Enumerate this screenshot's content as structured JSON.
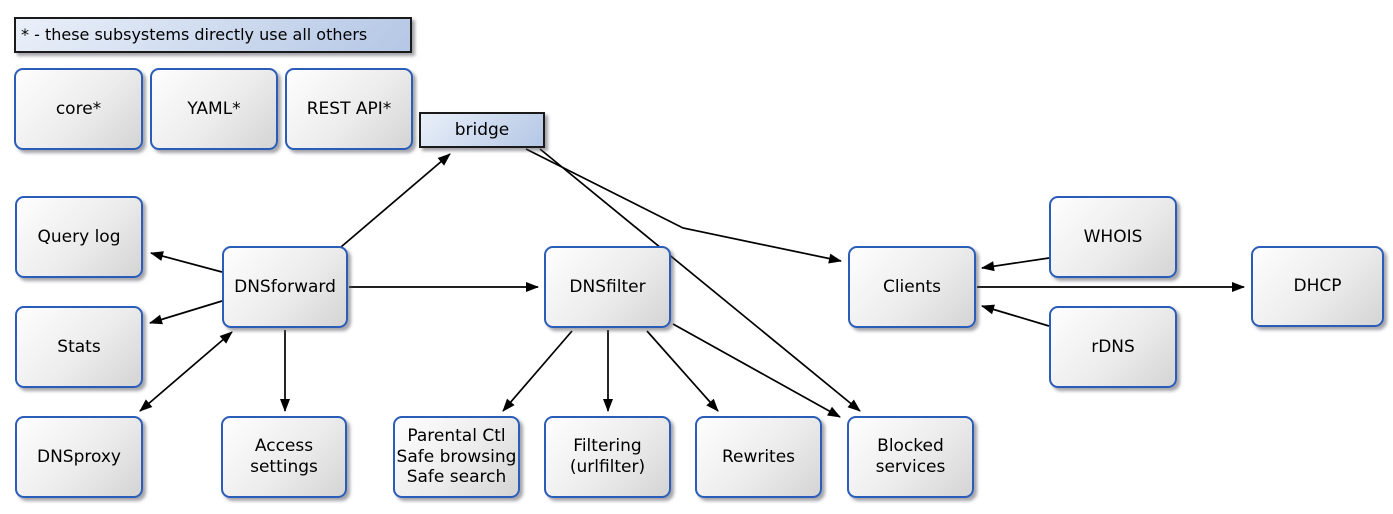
{
  "diagram": {
    "legend": "* - these subsystems directly use all others",
    "nodes": {
      "core": {
        "label": "core*"
      },
      "yaml": {
        "label": "YAML*"
      },
      "restapi": {
        "label": "REST API*"
      },
      "bridge": {
        "label": "bridge"
      },
      "querylog": {
        "label": "Query log"
      },
      "stats": {
        "label": "Stats"
      },
      "dnsproxy": {
        "label": "DNSproxy"
      },
      "dnsforward": {
        "label": "DNSforward"
      },
      "access": {
        "label": "Access\nsettings"
      },
      "dnsfilter": {
        "label": "DNSfilter"
      },
      "parental": {
        "label": "Parental Ctl\nSafe browsing\nSafe search"
      },
      "filtering": {
        "label": "Filtering\n(urlfilter)"
      },
      "rewrites": {
        "label": "Rewrites"
      },
      "blocked": {
        "label": "Blocked\nservices"
      },
      "clients": {
        "label": "Clients"
      },
      "whois": {
        "label": "WHOIS"
      },
      "rdns": {
        "label": "rDNS"
      },
      "dhcp": {
        "label": "DHCP"
      }
    },
    "edges": [
      {
        "from": "DNSforward",
        "to": "bridge"
      },
      {
        "from": "bridge",
        "to": "Clients"
      },
      {
        "from": "bridge",
        "to": "Blocked services"
      },
      {
        "from": "DNSforward",
        "to": "Query log"
      },
      {
        "from": "DNSforward",
        "to": "Stats"
      },
      {
        "from": "DNSforward",
        "to": "DNSproxy",
        "bidirectional": true
      },
      {
        "from": "DNSforward",
        "to": "Access settings"
      },
      {
        "from": "DNSforward",
        "to": "DNSfilter"
      },
      {
        "from": "DNSfilter",
        "to": "Parental Ctl / Safe browsing / Safe search"
      },
      {
        "from": "DNSfilter",
        "to": "Filtering (urlfilter)"
      },
      {
        "from": "DNSfilter",
        "to": "Rewrites"
      },
      {
        "from": "DNSfilter",
        "to": "Blocked services"
      },
      {
        "from": "WHOIS",
        "to": "Clients"
      },
      {
        "from": "rDNS",
        "to": "Clients"
      },
      {
        "from": "Clients",
        "to": "DHCP"
      }
    ],
    "colors": {
      "node_border": "#2a5cb8",
      "node_fill": "#e3e3e3",
      "accent_border": "#1a1a1a",
      "accent_fill": "#c9d7ec",
      "arrow": "#000000",
      "background": "#ffffff"
    }
  }
}
